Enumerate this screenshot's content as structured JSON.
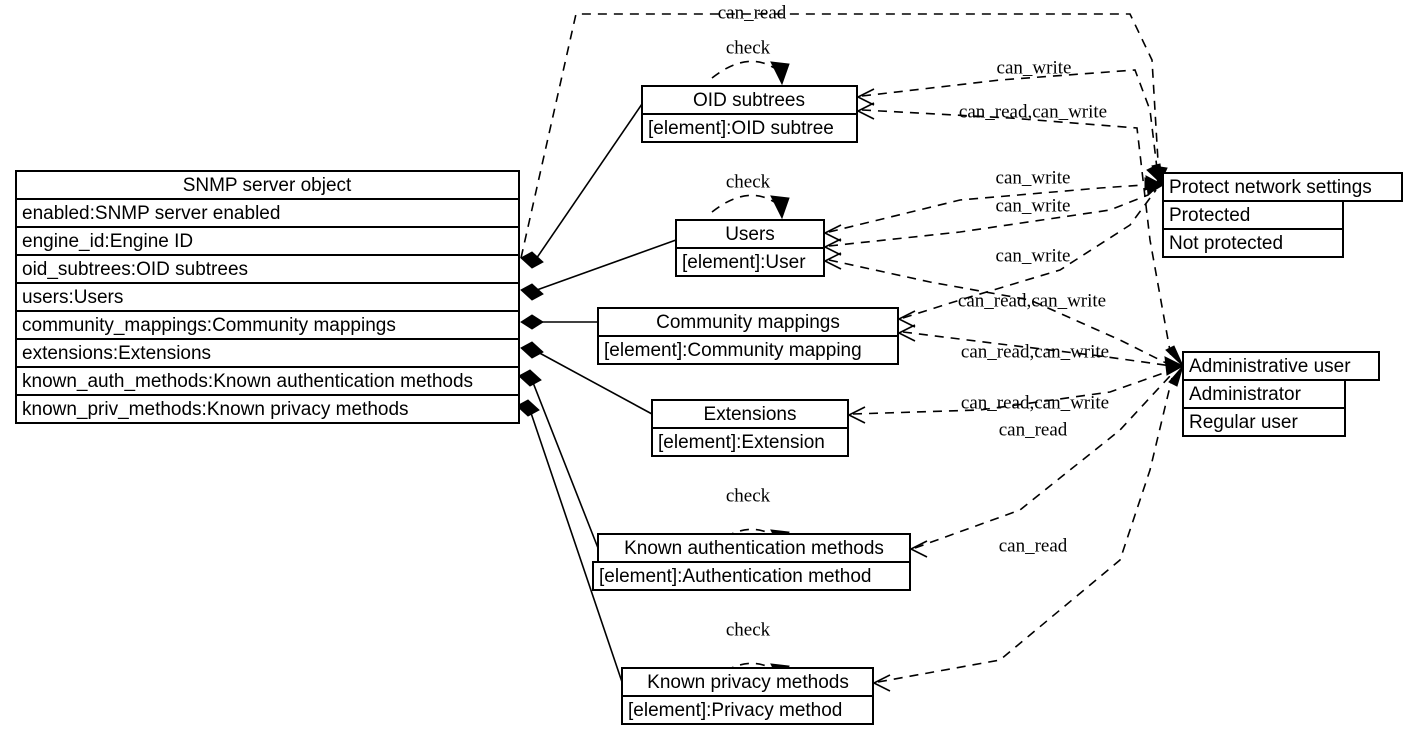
{
  "diagram": {
    "type": "uml-class-diagram",
    "background": "#ffffff",
    "line_color": "#000000"
  },
  "classes": {
    "snmp_server": {
      "title": "SNMP server object",
      "attributes": [
        "enabled:SNMP server enabled",
        "engine_id:Engine ID",
        "oid_subtrees:OID subtrees",
        "users:Users",
        "community_mappings:Community mappings",
        "extensions:Extensions",
        "known_auth_methods:Known authentication methods",
        "known_priv_methods:Known privacy methods"
      ]
    },
    "oid_subtrees": {
      "title": "OID subtrees",
      "attributes": [
        "[element]:OID subtree"
      ]
    },
    "users": {
      "title": "Users",
      "attributes": [
        "[element]:User"
      ]
    },
    "community_mappings": {
      "title": "Community mappings",
      "attributes": [
        "[element]:Community mapping"
      ]
    },
    "extensions": {
      "title": "Extensions",
      "attributes": [
        "[element]:Extension"
      ]
    },
    "known_auth_methods": {
      "title": "Known authentication methods",
      "attributes": [
        "[element]:Authentication method"
      ]
    },
    "known_priv_methods": {
      "title": "Known privacy methods",
      "attributes": [
        "[element]:Privacy method"
      ]
    }
  },
  "enumerations": {
    "protect_network_settings": {
      "title": "Protect network settings",
      "values": [
        "Protected",
        "Not protected"
      ]
    },
    "administrative_user": {
      "title": "Administrative user",
      "values": [
        "Administrator",
        "Regular user"
      ]
    }
  },
  "edge_labels": {
    "can_read_top": "can_read",
    "check_oid": "check",
    "can_write_oid": "can_write",
    "can_read_can_write_oid": "can_read,can_write",
    "check_users": "check",
    "can_write_users_1": "can_write",
    "can_write_users_2": "can_write",
    "can_write_community": "can_write",
    "can_read_can_write_community": "can_read,can_write",
    "can_read_can_write_ext_1": "can_read,can_write",
    "can_read_can_write_ext_2": "can_read,can_write",
    "can_read_auth": "can_read",
    "can_read_priv": "can_read",
    "check_auth": "check",
    "check_priv": "check"
  }
}
